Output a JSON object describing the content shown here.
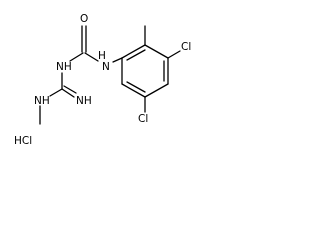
{
  "molecule": {
    "atoms": {
      "o": "O",
      "nh_urea_left": "NH",
      "n_urea_right": "N",
      "h_urea_right": "H",
      "nh_imine": "NH",
      "nh_methylamino": "NH",
      "cl_para": "Cl",
      "cl_ortho": "Cl"
    },
    "counterion": "HCl"
  }
}
